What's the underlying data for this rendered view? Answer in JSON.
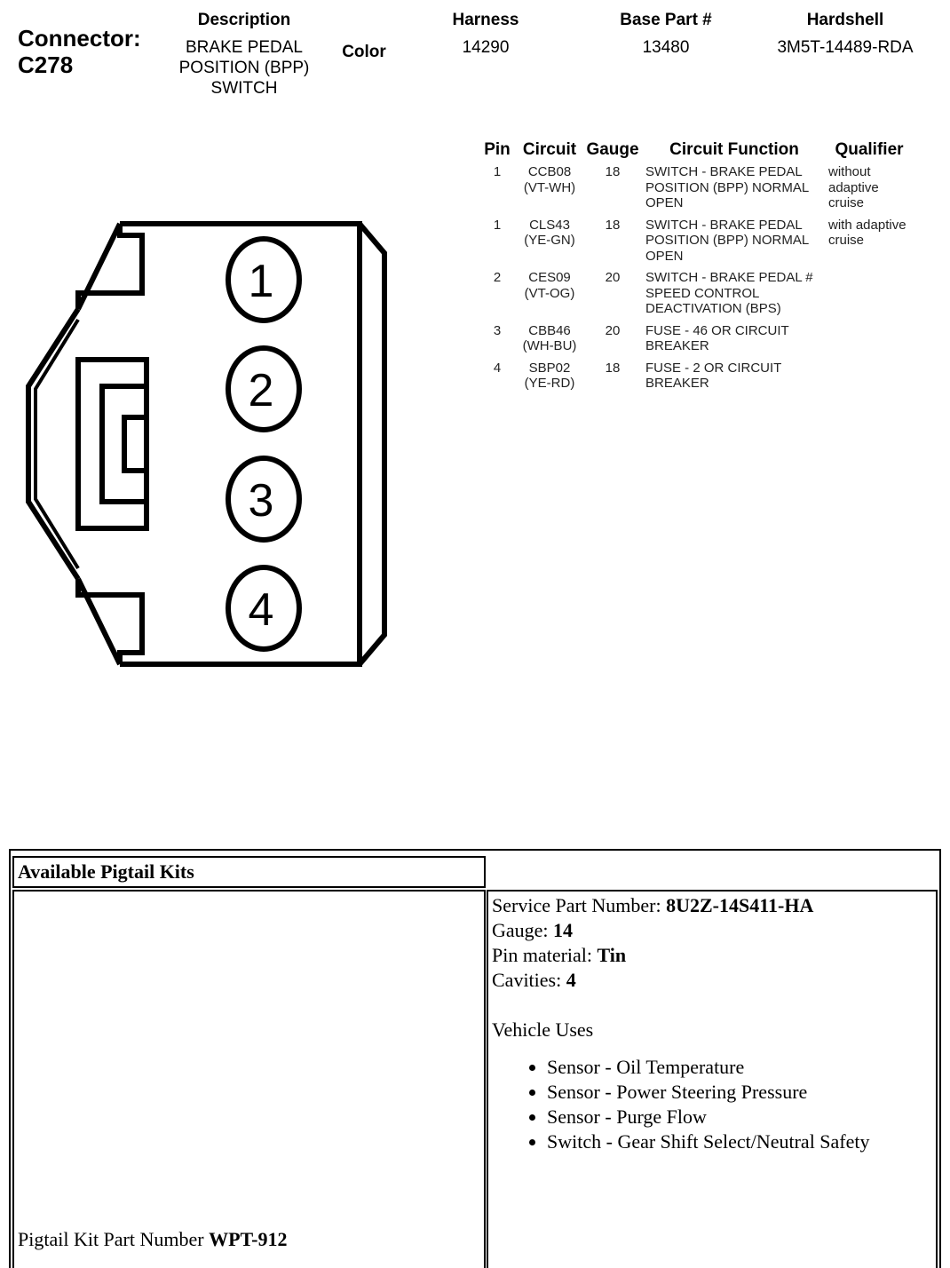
{
  "connector": {
    "label": "Connector:",
    "id": "C278"
  },
  "header": {
    "description": {
      "label": "Description",
      "lines": [
        "BRAKE PEDAL",
        "POSITION (BPP)",
        "SWITCH"
      ]
    },
    "color": {
      "label": "Color"
    },
    "harness": {
      "label": "Harness",
      "value": "14290"
    },
    "base_part": {
      "label": "Base Part #",
      "value": "13480"
    },
    "hardshell": {
      "label": "Hardshell",
      "value": "3M5T-14489-RDA"
    }
  },
  "pin_table": {
    "headers": [
      "Pin",
      "Circuit",
      "Gauge",
      "Circuit Function",
      "Qualifier"
    ],
    "rows": [
      {
        "pin": "1",
        "circuit": [
          "CCB08",
          "(VT-WH)"
        ],
        "gauge": "18",
        "function": [
          "SWITCH - BRAKE PEDAL",
          "POSITION (BPP) NORMAL",
          "OPEN"
        ],
        "qualifier": [
          "without",
          "adaptive",
          "cruise"
        ]
      },
      {
        "pin": "1",
        "circuit": [
          "CLS43",
          "(YE-GN)"
        ],
        "gauge": "18",
        "function": [
          "SWITCH - BRAKE PEDAL",
          "POSITION (BPP) NORMAL",
          "OPEN"
        ],
        "qualifier": [
          "with adaptive",
          "cruise"
        ]
      },
      {
        "pin": "2",
        "circuit": [
          "CES09",
          "(VT-OG)"
        ],
        "gauge": "20",
        "function": [
          "SWITCH - BRAKE PEDAL #",
          "SPEED CONTROL",
          "DEACTIVATION (BPS)"
        ],
        "qualifier": []
      },
      {
        "pin": "3",
        "circuit": [
          "CBB46",
          "(WH-BU)"
        ],
        "gauge": "20",
        "function": [
          "FUSE - 46 OR CIRCUIT",
          "BREAKER"
        ],
        "qualifier": []
      },
      {
        "pin": "4",
        "circuit": [
          "SBP02",
          "(YE-RD)"
        ],
        "gauge": "18",
        "function": [
          "FUSE - 2 OR CIRCUIT",
          "BREAKER"
        ],
        "qualifier": []
      }
    ]
  },
  "diagram": {
    "pin_labels": [
      "1",
      "2",
      "3",
      "4"
    ]
  },
  "pigtail": {
    "title": "Available Pigtail Kits",
    "kit_part_label": "Pigtail Kit Part Number ",
    "kit_part_value": "WPT-912",
    "service_part_label": "Service Part Number: ",
    "service_part_value": "8U2Z-14S411-HA",
    "gauge_label": "Gauge: ",
    "gauge_value": "14",
    "pin_material_label": "Pin material: ",
    "pin_material_value": "Tin",
    "cavities_label": "Cavities: ",
    "cavities_value": "4",
    "vehicle_uses_label": "Vehicle Uses",
    "vehicle_uses": [
      "Sensor - Oil Temperature",
      "Sensor - Power Steering Pressure",
      "Sensor - Purge Flow",
      "Switch - Gear Shift Select/Neutral Safety"
    ]
  }
}
